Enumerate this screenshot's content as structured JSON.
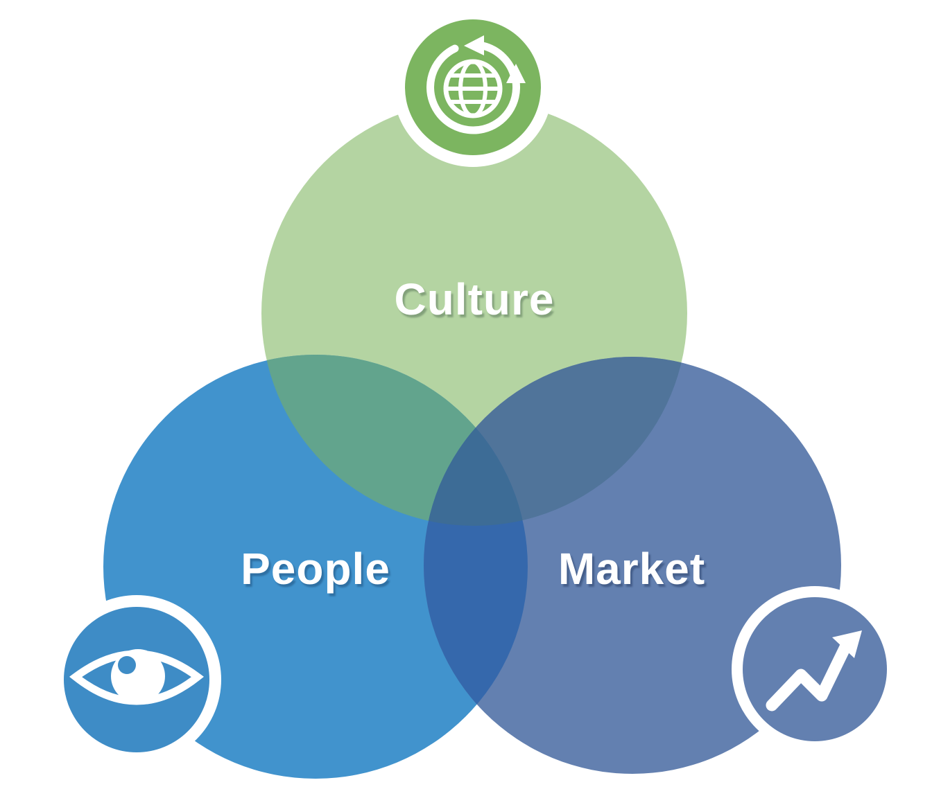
{
  "diagram": {
    "type": "venn-3",
    "background": "#ffffff",
    "label_color": "#ffffff",
    "icon_color": "#ffffff",
    "badge_ring": "#ffffff",
    "sets": [
      {
        "id": "culture",
        "label": "Culture",
        "fill": "#b4d4a2",
        "badge_fill": "#7cb560",
        "icon": "globe-cycle-icon"
      },
      {
        "id": "people",
        "label": "People",
        "fill": "#4193cd",
        "badge_fill": "#3e8cc6",
        "icon": "eye-icon"
      },
      {
        "id": "market",
        "label": "Market",
        "fill": "#6380b0",
        "badge_fill": "#6380b0",
        "icon": "trend-up-icon"
      }
    ],
    "overlaps": {
      "culture_people": "#62a48d",
      "culture_market": "#50749a",
      "people_market": "#3568ac",
      "center": "#3d6c96"
    }
  }
}
